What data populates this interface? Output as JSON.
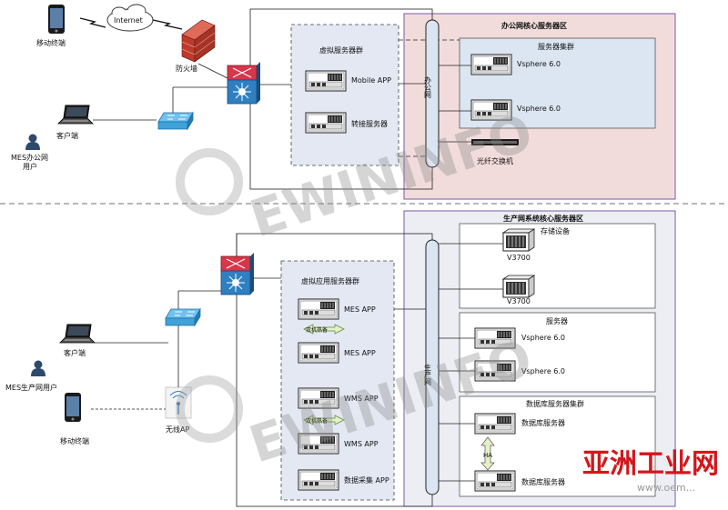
{
  "colors": {
    "office_zone_fill": "#f2dcdb",
    "office_zone_border": "#7b5aa6",
    "prod_zone_fill": "#eceef4",
    "cluster_fill": "#dce6f2",
    "cluster_border": "#555555",
    "bus_fill": "#dbe5f1",
    "firewall_brick": "#c0392b",
    "router_red": "#d9364a",
    "router_blue": "#2f7fc1",
    "switch_blue": "#3fa3d8",
    "brand_red": "#d4161b"
  },
  "top": {
    "mobile_label": "移动终端",
    "internet_label": "Internet",
    "firewall_label": "防火墙",
    "client_label": "客户端",
    "user_label_line1": "MES办公网",
    "user_label_line2": "用户",
    "virtual_group_title": "虚拟服务器群",
    "vm1_label": "Mobile APP",
    "vm2_label": "转接服务器",
    "bus_label": "办公网",
    "zone_title": "办公网核心服务器区",
    "cluster_title": "服务器集群",
    "server1_label": "Vsphere 6.0",
    "server2_label": "Vsphere 6.0",
    "fiber_switch_label": "光纤交换机"
  },
  "bottom": {
    "zone_title": "生产网系统核心服务器区",
    "virtual_group_title": "虚拟应用服务器群",
    "apps": [
      "MES APP",
      "MES APP",
      "WMS APP",
      "WMS APP",
      "数据采集 APP"
    ],
    "sync_labels": [
      "双机热备",
      "双机热备"
    ],
    "client_label": "客户端",
    "user_label": "MES生产网用户",
    "ap_label": "无线AP",
    "mobile_label": "移动终端",
    "bus_label": "生产网",
    "storage_title": "存储设备",
    "storage1_label": "V3700",
    "storage2_label": "V3700",
    "server_title": "服务器",
    "server1_label": "Vsphere 6.0",
    "server2_label": "Vsphere 6.0",
    "db_title": "数据库服务器集群",
    "db1_label": "数据库服务器",
    "db2_label": "数据库服务器",
    "ha_label": "HA"
  },
  "watermark": {
    "text": "EWININFO",
    "brand": "亚洲工业网",
    "url": "www.oem..."
  }
}
